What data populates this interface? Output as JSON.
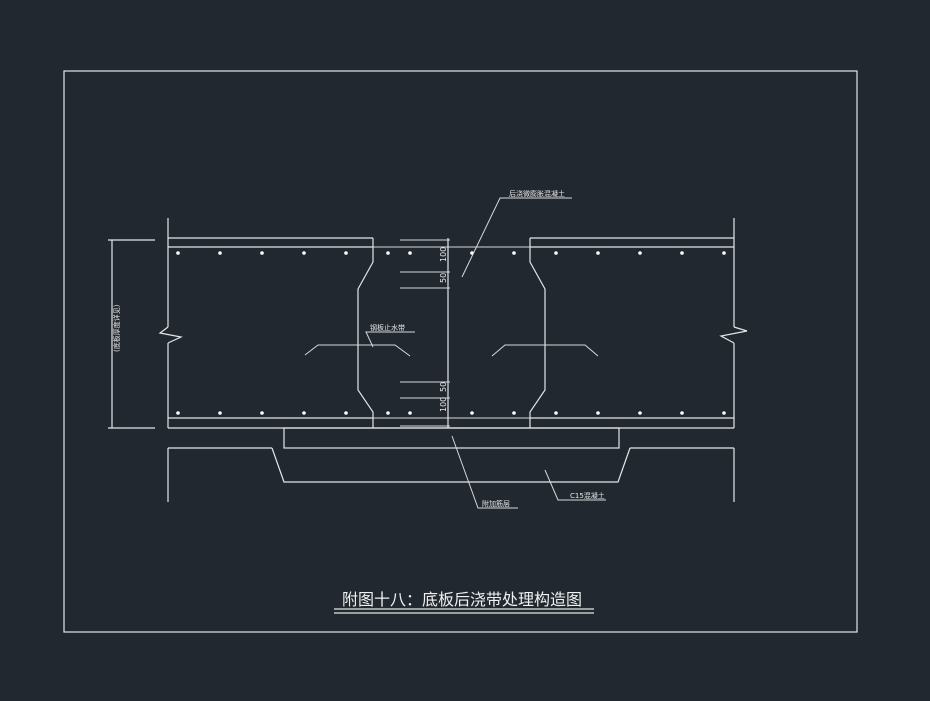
{
  "title": "附图十八：底板后浇带处理构造图",
  "labels": {
    "late_pour_concrete": "后浇微膨胀混凝土",
    "steel_plate_waterstop": "钢板止水带",
    "additional_rebar": "附加筋层",
    "c15_concrete": "C15混凝土",
    "slab_thickness": "(底板厚度详见)"
  },
  "dimensions": {
    "top_100": "100",
    "top_50": "50",
    "bottom_50": "50",
    "bottom_100": "100"
  }
}
